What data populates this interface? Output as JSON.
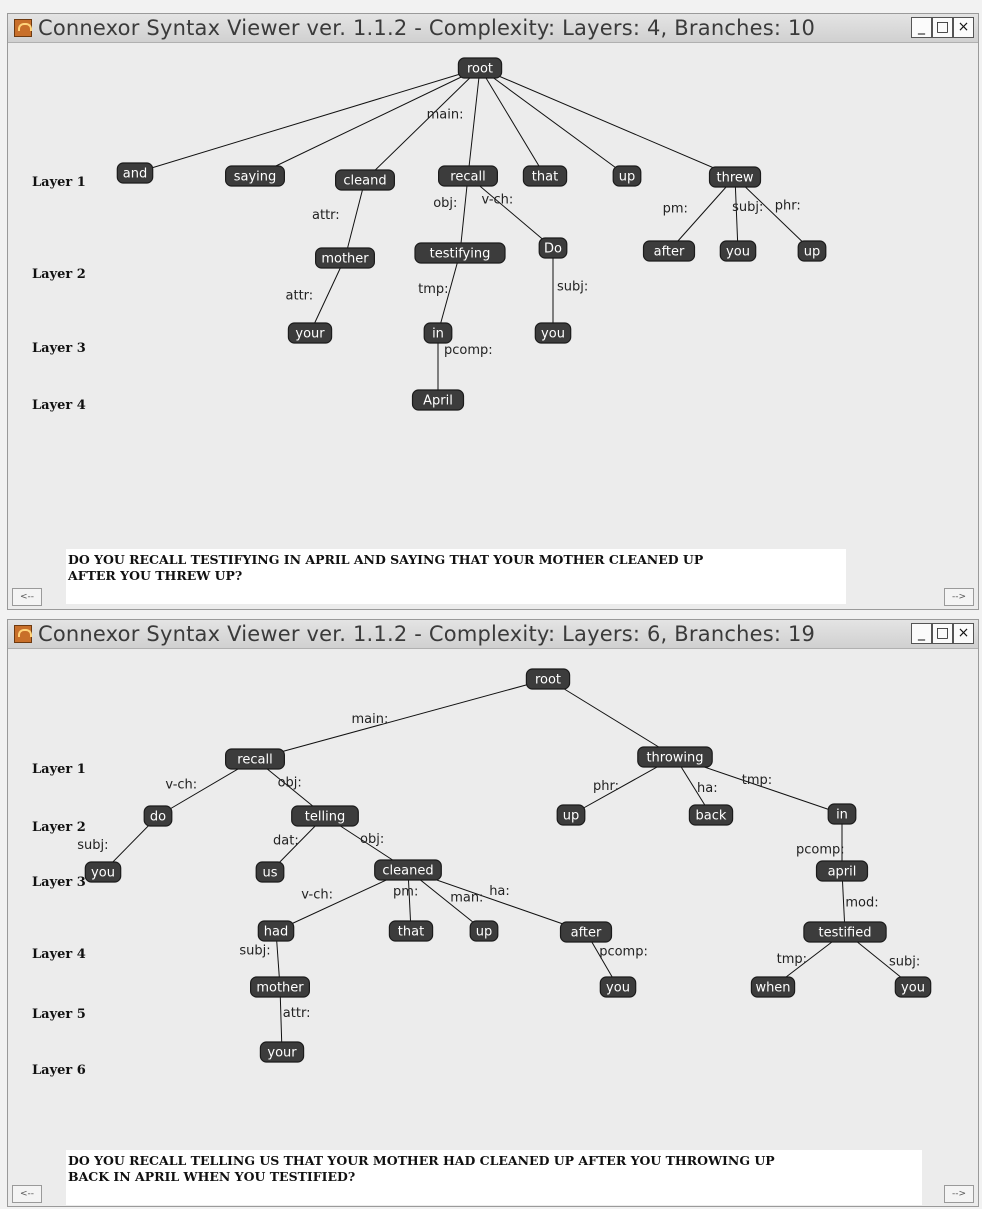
{
  "windows": [
    {
      "title": "Connexor Syntax Viewer ver. 1.1.2 - Complexity: Layers: 4, Branches: 10",
      "window_buttons": {
        "minimize": "_",
        "maximize": "□",
        "close": "×"
      },
      "layers": [
        "Layer 1",
        "Layer 2",
        "Layer 3",
        "Layer 4"
      ],
      "nodes": [
        {
          "id": "root",
          "label": "root"
        },
        {
          "id": "and",
          "label": "and"
        },
        {
          "id": "saying",
          "label": "saying"
        },
        {
          "id": "cleand",
          "label": "cleand"
        },
        {
          "id": "recall",
          "label": "recall"
        },
        {
          "id": "that",
          "label": "that"
        },
        {
          "id": "up1",
          "label": "up"
        },
        {
          "id": "threw",
          "label": "threw"
        },
        {
          "id": "mother",
          "label": "mother"
        },
        {
          "id": "testifying",
          "label": "testifying"
        },
        {
          "id": "Do",
          "label": "Do"
        },
        {
          "id": "after",
          "label": "after"
        },
        {
          "id": "you1",
          "label": "you"
        },
        {
          "id": "up2",
          "label": "up"
        },
        {
          "id": "your",
          "label": "your"
        },
        {
          "id": "in",
          "label": "in"
        },
        {
          "id": "you2",
          "label": "you"
        },
        {
          "id": "April",
          "label": "April"
        }
      ],
      "edges": [
        {
          "from": "root",
          "to": "and",
          "label": ""
        },
        {
          "from": "root",
          "to": "saying",
          "label": ""
        },
        {
          "from": "root",
          "to": "cleand",
          "label": ""
        },
        {
          "from": "root",
          "to": "recall",
          "label": "main:"
        },
        {
          "from": "root",
          "to": "that",
          "label": ""
        },
        {
          "from": "root",
          "to": "up1",
          "label": ""
        },
        {
          "from": "root",
          "to": "threw",
          "label": ""
        },
        {
          "from": "cleand",
          "to": "mother",
          "label": "attr:"
        },
        {
          "from": "recall",
          "to": "testifying",
          "label": "obj:"
        },
        {
          "from": "recall",
          "to": "Do",
          "label": "v-ch:"
        },
        {
          "from": "threw",
          "to": "after",
          "label": "pm:"
        },
        {
          "from": "threw",
          "to": "you1",
          "label": "subj:"
        },
        {
          "from": "threw",
          "to": "up2",
          "label": "phr:"
        },
        {
          "from": "mother",
          "to": "your",
          "label": "attr:"
        },
        {
          "from": "testifying",
          "to": "in",
          "label": "tmp:"
        },
        {
          "from": "Do",
          "to": "you2",
          "label": "subj:"
        },
        {
          "from": "in",
          "to": "April",
          "label": "pcomp:"
        }
      ],
      "sentence": [
        "DO YOU RECALL TESTIFYING IN APRIL AND SAYING THAT YOUR MOTHER CLEANED UP",
        "AFTER YOU THREW UP?"
      ],
      "nav_prev": "<--",
      "nav_next": "-->"
    },
    {
      "title": "Connexor Syntax Viewer ver. 1.1.2 - Complexity: Layers: 6, Branches: 19",
      "window_buttons": {
        "minimize": "_",
        "maximize": "□",
        "close": "×"
      },
      "layers": [
        "Layer 1",
        "Layer 2",
        "Layer 3",
        "Layer 4",
        "Layer 5",
        "Layer 6"
      ],
      "nodes": [
        {
          "id": "root",
          "label": "root"
        },
        {
          "id": "recall",
          "label": "recall"
        },
        {
          "id": "throwing",
          "label": "throwing"
        },
        {
          "id": "do",
          "label": "do"
        },
        {
          "id": "telling",
          "label": "telling"
        },
        {
          "id": "up1",
          "label": "up"
        },
        {
          "id": "back",
          "label": "back"
        },
        {
          "id": "in",
          "label": "in"
        },
        {
          "id": "you1",
          "label": "you"
        },
        {
          "id": "us",
          "label": "us"
        },
        {
          "id": "cleaned",
          "label": "cleaned"
        },
        {
          "id": "april",
          "label": "april"
        },
        {
          "id": "had",
          "label": "had"
        },
        {
          "id": "that",
          "label": "that"
        },
        {
          "id": "up2",
          "label": "up"
        },
        {
          "id": "after",
          "label": "after"
        },
        {
          "id": "testified",
          "label": "testified"
        },
        {
          "id": "mother",
          "label": "mother"
        },
        {
          "id": "you2",
          "label": "you"
        },
        {
          "id": "when",
          "label": "when"
        },
        {
          "id": "you3",
          "label": "you"
        },
        {
          "id": "your",
          "label": "your"
        }
      ],
      "edges": [
        {
          "from": "root",
          "to": "recall",
          "label": "main:"
        },
        {
          "from": "root",
          "to": "throwing",
          "label": ""
        },
        {
          "from": "recall",
          "to": "do",
          "label": "v-ch:"
        },
        {
          "from": "recall",
          "to": "telling",
          "label": "obj:"
        },
        {
          "from": "throwing",
          "to": "up1",
          "label": "phr:"
        },
        {
          "from": "throwing",
          "to": "back",
          "label": "ha:"
        },
        {
          "from": "throwing",
          "to": "in",
          "label": "tmp:"
        },
        {
          "from": "do",
          "to": "you1",
          "label": "subj:"
        },
        {
          "from": "telling",
          "to": "us",
          "label": "dat:"
        },
        {
          "from": "telling",
          "to": "cleaned",
          "label": "obj:"
        },
        {
          "from": "in",
          "to": "april",
          "label": "pcomp:"
        },
        {
          "from": "cleaned",
          "to": "had",
          "label": "v-ch:"
        },
        {
          "from": "cleaned",
          "to": "that",
          "label": "pm:"
        },
        {
          "from": "cleaned",
          "to": "up2",
          "label": "man:"
        },
        {
          "from": "cleaned",
          "to": "after",
          "label": "ha:"
        },
        {
          "from": "april",
          "to": "testified",
          "label": "mod:"
        },
        {
          "from": "had",
          "to": "mother",
          "label": "subj:"
        },
        {
          "from": "after",
          "to": "you2",
          "label": "pcomp:"
        },
        {
          "from": "testified",
          "to": "when",
          "label": "tmp:"
        },
        {
          "from": "testified",
          "to": "you3",
          "label": "subj:"
        },
        {
          "from": "mother",
          "to": "your",
          "label": "attr:"
        }
      ],
      "sentence": [
        "DO YOU RECALL TELLING US THAT YOUR MOTHER HAD CLEANED UP AFTER YOU THROWING UP",
        "BACK IN APRIL WHEN YOU TESTIFIED?"
      ],
      "nav_prev": "<--",
      "nav_next": "-->"
    }
  ]
}
